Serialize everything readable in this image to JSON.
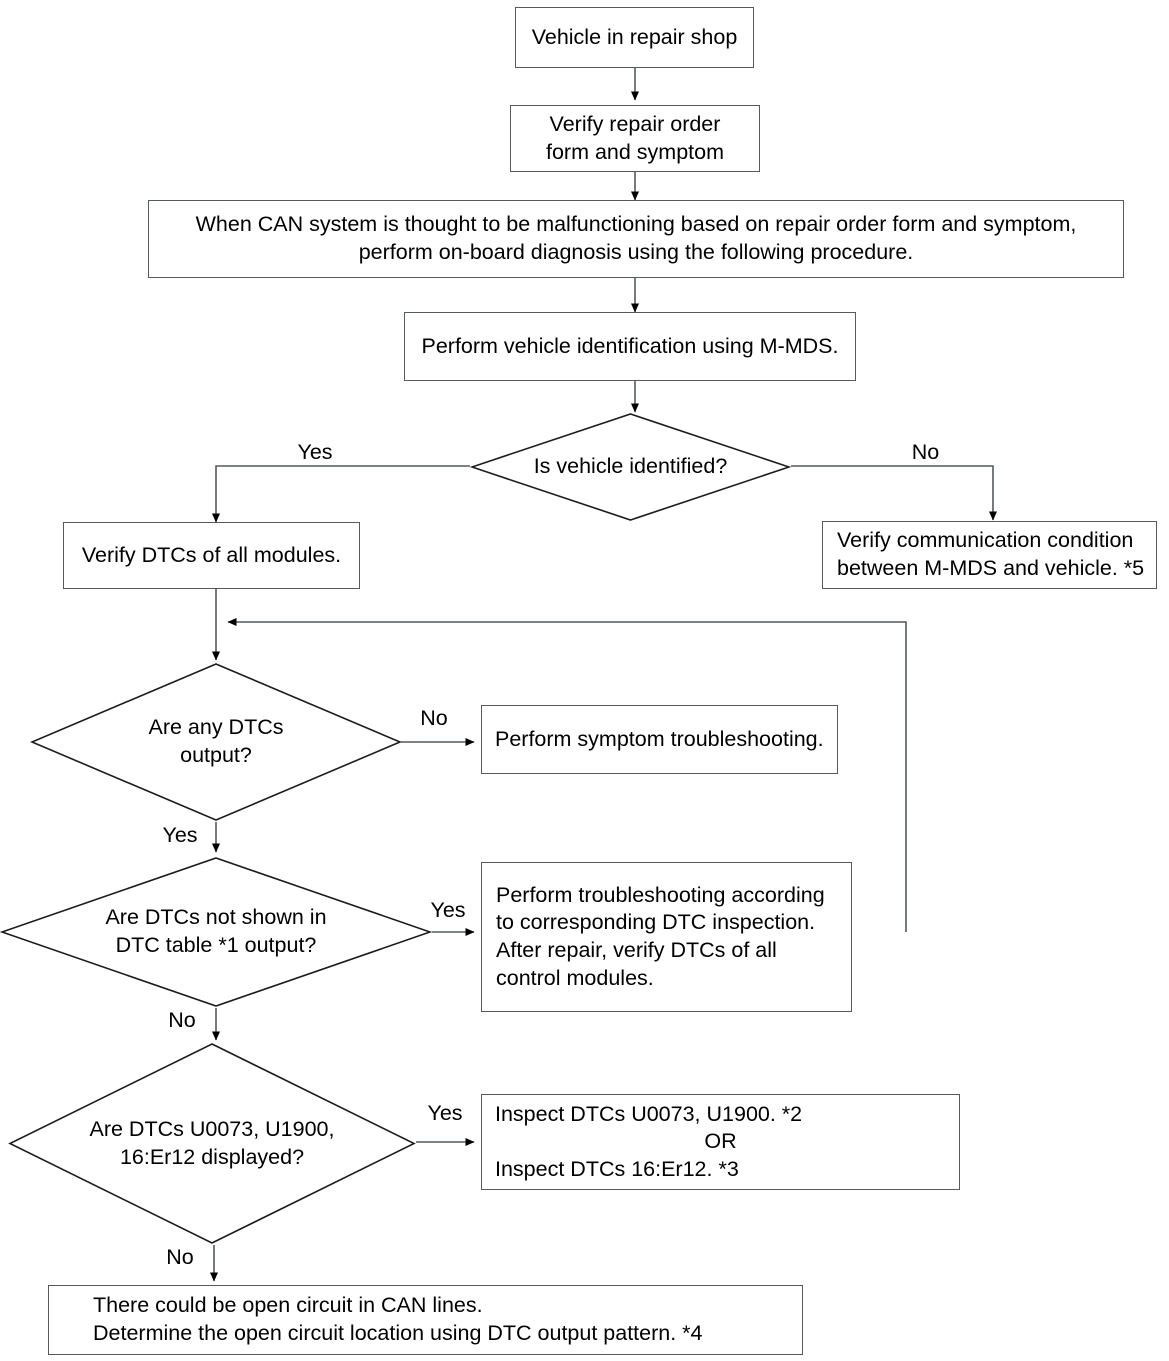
{
  "diagram": {
    "title": "CAN system on-board diagnosis flowchart",
    "type": "flowchart",
    "stroke_color": "#555a5e",
    "text_color": "#000000",
    "background": "#ffffff"
  },
  "nodes": {
    "vehicle_in_shop": "Vehicle in repair shop",
    "verify_repair_order": "Verify repair order\nform and symptom",
    "can_malfunction_note": "When CAN system is thought to be malfunctioning based on repair order form and symptom,\nperform on-board diagnosis using the following procedure.",
    "perform_vehicle_id": "Perform vehicle identification using M-MDS.",
    "is_vehicle_identified": "Is vehicle identified?",
    "verify_dtcs_all_modules": "Verify DTCs of all modules.",
    "verify_communication": "Verify communication condition\nbetween M-MDS and vehicle. *5",
    "are_any_dtcs_output": "Are any DTCs\noutput?",
    "perform_symptom_ts": "Perform symptom troubleshooting.",
    "are_dtcs_not_shown": "Are DTCs not shown in\nDTC table *1 output?",
    "perform_ts_according": "Perform troubleshooting according\nto corresponding DTC inspection.\nAfter repair, verify DTCs of all\ncontrol modules.",
    "are_dtcs_u0073": "Are DTCs U0073, U1900,\n16:Er12 displayed?",
    "inspect_dtcs_line1": "Inspect DTCs U0073, U1900.  *2",
    "inspect_dtcs_line2": "OR",
    "inspect_dtcs_line3": "Inspect DTCs 16:Er12.  *3",
    "open_circuit_result": "There could be open circuit in CAN lines.\nDetermine the open circuit location using DTC output pattern.   *4"
  },
  "edge_labels": {
    "identified_yes": "Yes",
    "identified_no": "No",
    "any_dtcs_no": "No",
    "any_dtcs_yes": "Yes",
    "not_shown_yes": "Yes",
    "not_shown_no": "No",
    "u0073_yes": "Yes",
    "u0073_no": "No"
  }
}
